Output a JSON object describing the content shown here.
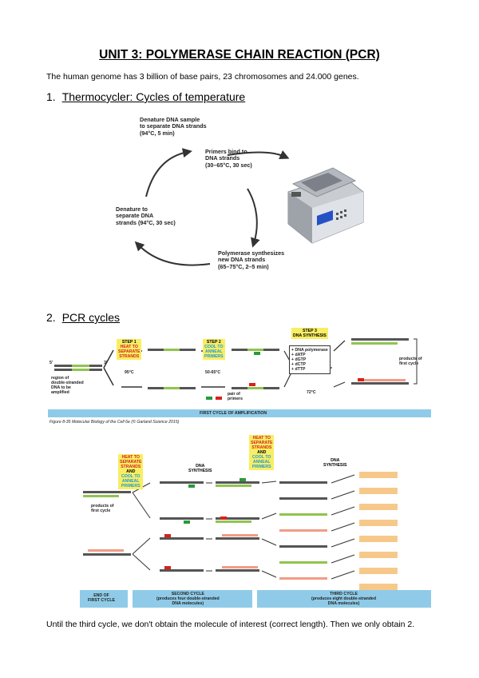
{
  "title": "UNIT 3: POLYMERASE CHAIN REACTION (PCR)",
  "intro": "The human genome has 3 billion of base pairs, 23 chromosomes and 24.000 genes.",
  "section1": {
    "num": "1.",
    "label": "Thermocycler: Cycles of temperature"
  },
  "cycle": {
    "step1": "Denature DNA sample\nto separate DNA strands\n(94°C, 5 min)",
    "step2": "Primers bind to\nDNA strands\n(30–65°C, 30 sec)",
    "step3": "Polymerase synthesizes\nnew DNA strands\n(65–75°C, 2–5 min)",
    "step4": "Denature to\nseparate DNA\nstrands (94°C, 30 sec)"
  },
  "section2": {
    "num": "2.",
    "label": "PCR cycles"
  },
  "fig1": {
    "step1": [
      "STEP 1",
      "HEAT TO",
      "SEPARATE",
      "STRANDS"
    ],
    "step2": [
      "STEP 2",
      "COOL TO",
      "ANNEAL",
      "PRIMERS"
    ],
    "step3": [
      "STEP 3",
      "DNA SYNTHESIS"
    ],
    "temp1": "95°C",
    "temp2": "50-65°C",
    "temp3": "72°C",
    "region": "region of\ndouble-stranded\nDNA to be\namplified",
    "pair": "pair of\nprimers",
    "mix": "+ DNA polymerase\n+ dATP\n+ dGTP\n+ dCTP\n+ dTTP",
    "products": "products of\nfirst cycle",
    "banner": "FIRST CYCLE OF AMPLIFICATION",
    "caption": "Figure 8-35 Molecular Biology of the Cell 6e (© Garland Science 2015)",
    "five": "5′",
    "three": "3′"
  },
  "fig2": {
    "heat1": [
      "HEAT TO",
      "SEPARATE",
      "STRANDS",
      "AND",
      "COOL TO",
      "ANNEAL",
      "PRIMERS"
    ],
    "syn1": [
      "DNA",
      "SYNTHESIS"
    ],
    "heat2": [
      "HEAT TO",
      "SEPARATE",
      "STRANDS",
      "AND",
      "COOL TO",
      "ANNEAL",
      "PRIMERS"
    ],
    "syn2": [
      "DNA",
      "SYNTHESIS"
    ],
    "products": "products of\nfirst cycle",
    "end": "END OF\nFIRST CYCLE",
    "second": "SECOND CYCLE\n(produces four double-stranded\nDNA molecules)",
    "third": "THIRD CYCLE\n(produces eight double-stranded\nDNA molecules)"
  },
  "outro": "Until the third cycle, we don't obtain the molecule of interest (correct length). Then we only obtain 2."
}
